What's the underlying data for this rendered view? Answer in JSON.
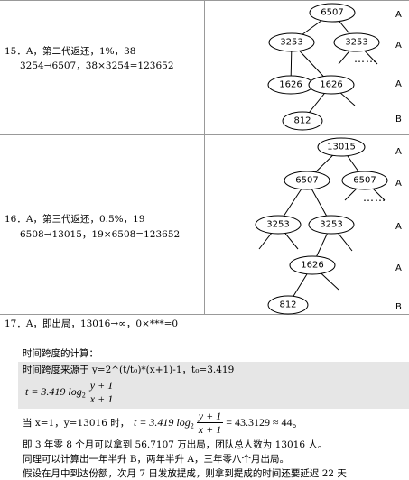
{
  "row15": {
    "line1": "15．A，第二代返还，1%，38",
    "line2": "3254→6507，38×3254=123652",
    "nodes": [
      "6507",
      "3253",
      "3253",
      "1626",
      "1626",
      "812"
    ],
    "labels": [
      "A",
      "A",
      "A",
      "B"
    ]
  },
  "row16": {
    "line1": "16．A，第三代返还，0.5%，19",
    "line2": "6508→13015，19×6508=123652",
    "nodes": [
      "13015",
      "6507",
      "6507",
      "3253",
      "3253",
      "1626",
      "812"
    ],
    "labels": [
      "A",
      "A",
      "A",
      "A",
      "B"
    ]
  },
  "q17": "17．A，即出局，13016→∞，0×***=0",
  "time": {
    "heading": "时间跨度的计算：",
    "formula_line": "时间跨度来源于 y=2^(t/t₀)*(x+1)-1，t₀=3.419",
    "formula_lhs": "t = 3.419 log",
    "formula_sub": "2",
    "formula_num": "y + 1",
    "formula_den": "x + 1",
    "calc_prefix": "当 x=1，y=13016 时，",
    "calc_lhs": "t = 3.419 log",
    "calc_sub": "2",
    "calc_num": "y + 1",
    "calc_den": "x + 1",
    "calc_rhs": "= 43.3129 ≈ 44",
    "calc_end": "。",
    "line_a": "即 3 年零 8 个月可以拿到 56.7107 万出局，团队总人数为 13016 人。",
    "line_b": "同理可以计算出一年半升 B，两年半升 A，三年零八个月出局。",
    "line_c": "假设在月中到达份额，次月 7 日发放提成，则拿到提成的时间还要延迟 22 天"
  }
}
